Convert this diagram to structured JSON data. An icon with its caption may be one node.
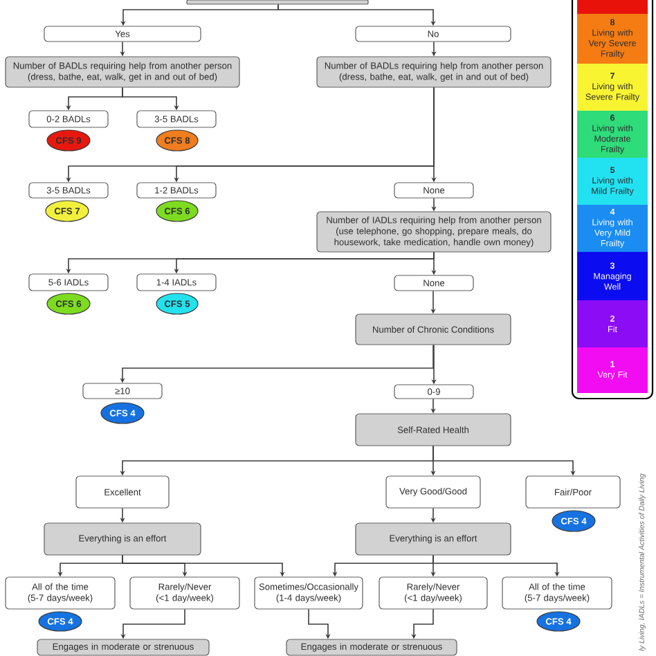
{
  "diagram": {
    "nodes": [
      {
        "text": [],
        "shape": "box"
      },
      {
        "text": [
          "Yes"
        ]
      },
      {
        "text": [
          "No"
        ]
      },
      {
        "text": [
          "Number of BADLs requiring help from another person (dress, bathe, eat, walk, get in and out of bed)"
        ]
      },
      {
        "text": [
          "Number of BADLs requiring help from another person (dress, bathe, eat, walk, get in and out of bed)"
        ]
      },
      {
        "text": [
          "0-2 BADLs"
        ]
      },
      {
        "text": [
          "3-5 BADLs"
        ]
      },
      {
        "text": [
          "CFS 9"
        ]
      },
      {
        "text": [
          "CFS 8"
        ]
      },
      {
        "text": [
          "3-5 BADLs"
        ]
      },
      {
        "text": [
          "1-2 BADLs"
        ]
      },
      {
        "text": [
          "None"
        ]
      },
      {
        "text": [
          "CFS 7"
        ]
      },
      {
        "text": [
          "CFS 6"
        ]
      },
      {
        "text": [
          "Number of IADLs requiring help from another person (use telephone, go shopping, prepare meals, do housework, take medication, handle own money)"
        ]
      },
      {
        "text": [
          "5-6 IADLs"
        ]
      },
      {
        "text": [
          "1-4 IADLs"
        ]
      },
      {
        "text": [
          "None"
        ]
      },
      {
        "text": [
          "CFS 6"
        ]
      },
      {
        "text": [
          "CFS 5"
        ]
      },
      {
        "text": [
          "Number of Chronic Conditions"
        ]
      },
      {
        "text": [
          "≥10"
        ]
      },
      {
        "text": [
          "0-9"
        ]
      },
      {
        "text": [
          "CFS 4"
        ]
      },
      {
        "text": [
          "Self-Rated Health"
        ]
      },
      {
        "text": [
          "Excellent"
        ]
      },
      {
        "text": [
          "Very Good/Good"
        ]
      },
      {
        "text": [
          "Fair/Poor"
        ]
      },
      {
        "text": [
          "CFS 4"
        ]
      },
      {
        "text": [
          "Everything is an effort"
        ]
      },
      {
        "text": [
          "Everything is an effort"
        ]
      },
      {
        "text": [
          "All of the time (5-7 days/week)"
        ]
      },
      {
        "text": [
          "Rarely/Never (<1 day/week)"
        ]
      },
      {
        "text": [
          "Sometimes/Occasionally (1-4 days/week)"
        ]
      },
      {
        "text": [
          "Rarely/Never (<1 day/week)"
        ]
      },
      {
        "text": [
          "All of the time (5-7 days/week)"
        ]
      },
      {
        "text": [
          "CFS 4"
        ]
      },
      {
        "text": [
          "CFS 4"
        ]
      },
      {
        "text": [
          "Engages in moderate or strenuous"
        ]
      },
      {
        "text": [
          "Engages in moderate or strenuous"
        ]
      },
      {
        "text": [],
        "shape": "box"
      },
      {
        "text": [
          "8",
          "Living with Very Severe Frailty"
        ]
      },
      {
        "text": [
          "7",
          "Living with Severe Frailty"
        ]
      },
      {
        "text": [
          "6",
          "Living with Moderate Frailty"
        ]
      },
      {
        "text": [
          "5",
          "Living with Mild Frailty"
        ]
      },
      {
        "text": [
          "4",
          "Living with Very Mild Frailty"
        ]
      },
      {
        "text": [
          "3",
          "Managing Well"
        ]
      },
      {
        "text": [
          "2",
          "Fit"
        ]
      },
      {
        "text": [
          "1",
          "Very Fit"
        ]
      }
    ],
    "edges": [
      {
        "from": 0,
        "to": 1,
        "arrow": "to"
      },
      {
        "from": 0,
        "to": 2,
        "arrow": "to"
      },
      {
        "from": 1,
        "to": 3,
        "arrow": "to"
      },
      {
        "from": 2,
        "to": 4,
        "arrow": "to"
      },
      {
        "from": 3,
        "to": 5,
        "arrow": "to"
      },
      {
        "from": 3,
        "to": 6,
        "arrow": "to"
      },
      {
        "from": 4,
        "to": 9,
        "arrow": "to"
      },
      {
        "from": 4,
        "to": 10,
        "arrow": "to"
      },
      {
        "from": 4,
        "to": 11,
        "arrow": "to"
      },
      {
        "from": 11,
        "to": 14,
        "arrow": "to"
      },
      {
        "from": 14,
        "to": 15,
        "arrow": "to"
      },
      {
        "from": 14,
        "to": 16,
        "arrow": "to"
      },
      {
        "from": 14,
        "to": 17,
        "arrow": "to"
      },
      {
        "from": 17,
        "to": 20,
        "arrow": "to"
      },
      {
        "from": 20,
        "to": 21,
        "arrow": "to"
      },
      {
        "from": 20,
        "to": 22,
        "arrow": "to"
      },
      {
        "from": 22,
        "to": 24,
        "arrow": "to"
      },
      {
        "from": 24,
        "to": 25,
        "arrow": "to"
      },
      {
        "from": 24,
        "to": 26,
        "arrow": "to"
      },
      {
        "from": 24,
        "to": 27,
        "arrow": "to"
      },
      {
        "from": 25,
        "to": 29,
        "arrow": "to"
      },
      {
        "from": 26,
        "to": 30,
        "arrow": "to"
      },
      {
        "from": 29,
        "to": 31,
        "arrow": "to"
      },
      {
        "from": 29,
        "to": 32,
        "arrow": "to"
      },
      {
        "from": 29,
        "to": 33,
        "arrow": "to"
      },
      {
        "from": 30,
        "to": 33,
        "arrow": "to"
      },
      {
        "from": 30,
        "to": 34,
        "arrow": "to"
      },
      {
        "from": 30,
        "to": 35,
        "arrow": "to"
      },
      {
        "from": 32,
        "to": 38,
        "arrow": "to"
      },
      {
        "from": 33,
        "to": 39,
        "arrow": "to"
      },
      {
        "from": 34,
        "to": 39,
        "arrow": "to"
      }
    ],
    "labels": [
      "ly Living, IADLs = Instrumental Activities of Daily Living"
    ]
  }
}
